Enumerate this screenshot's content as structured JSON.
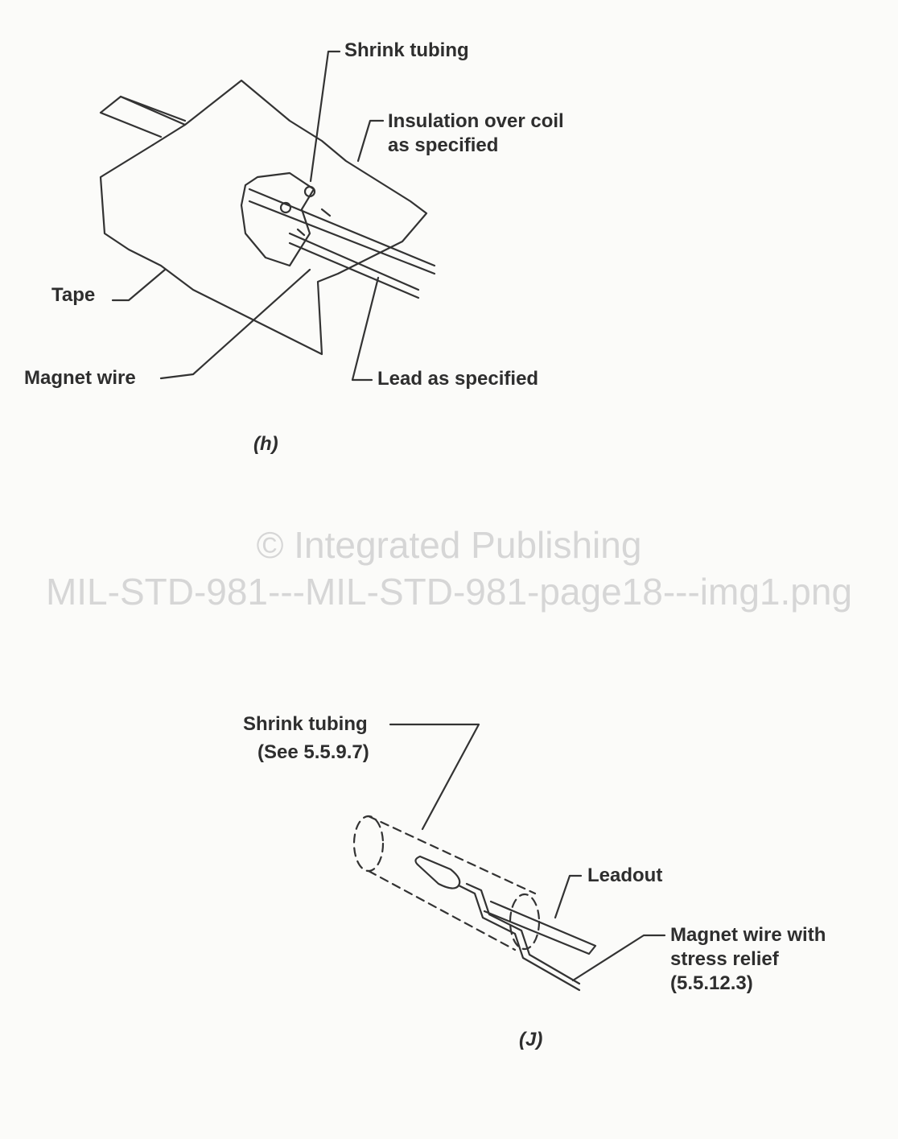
{
  "figure_h": {
    "labels": {
      "shrink_tubing": "Shrink tubing",
      "insulation_line1": "Insulation over coil",
      "insulation_line2": "as specified",
      "tape": "Tape",
      "magnet_wire": "Magnet wire",
      "lead": "Lead as specified"
    },
    "caption": "(h)"
  },
  "watermark": {
    "line1": "© Integrated Publishing",
    "line2": "MIL-STD-981---MIL-STD-981-page18---img1.png"
  },
  "figure_j": {
    "labels": {
      "shrink_tubing_line1": "Shrink tubing",
      "shrink_tubing_line2": "(See 5.5.9.7)",
      "leadout": "Leadout",
      "magnet_wire_line1": "Magnet wire with",
      "magnet_wire_line2": "stress relief",
      "magnet_wire_line3": "(5.5.12.3)"
    },
    "caption": "(J)"
  }
}
